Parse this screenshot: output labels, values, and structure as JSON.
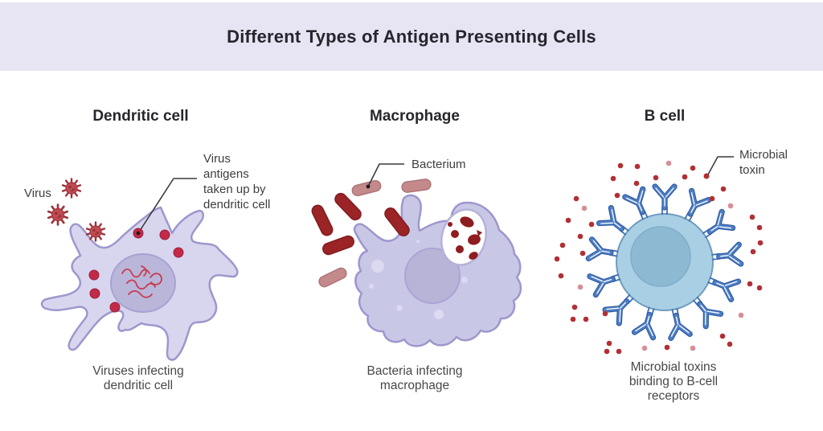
{
  "header": {
    "title": "Different Types of Antigen Presenting Cells"
  },
  "panels": {
    "dendritic": {
      "heading": "Dendritic cell",
      "virus_label": "Virus",
      "antigen_label": "Virus\nantigens\ntaken up by\ndendritic cell",
      "caption": "Viruses infecting\ndendritic cell"
    },
    "macrophage": {
      "heading": "Macrophage",
      "bacterium_label": "Bacterium",
      "caption": "Bacteria infecting\nmacrophage"
    },
    "b_cell": {
      "heading": "B cell",
      "toxin_label": "Microbial\ntoxin",
      "caption": "Microbial toxins\nbinding to B-cell\nreceptors"
    }
  },
  "icons": {
    "virus-icon": "spiky red virus particle",
    "bacterium-icon": "rod-shaped bacterium",
    "antibody-icon": "Y-shaped blue B-cell receptor",
    "toxin-dot-icon": "small red microbial toxin dot",
    "pointer-line": "thin elbow annotation line with end dot"
  },
  "colors": {
    "header_bg": "#e7e4f4",
    "title_text": "#26262c",
    "panel_heading": "#26262c",
    "annotation_text": "#3e3e3e",
    "caption_text": "#484848",
    "pointer_line": "#3c3c3c",
    "cell_body_purple": "#d8d6ee",
    "cell_outline_purple": "#9d97cd",
    "nucleus_purple": "#b9b6da",
    "virus_red": "#bf4a50",
    "antigen_red": "#c22a47",
    "bacterium_dark_red": "#9b2427",
    "bacterium_pink": "#c4898b",
    "phagosome_fragment_red": "#8e1d20",
    "bcell_body_blue": "#a9cfe5",
    "bcell_nucleus_blue": "#8db9d3",
    "antibody_blue": "#4d7ec6",
    "toxin_dark_red": "#b22f35",
    "toxin_light_pink": "#d78f97"
  }
}
